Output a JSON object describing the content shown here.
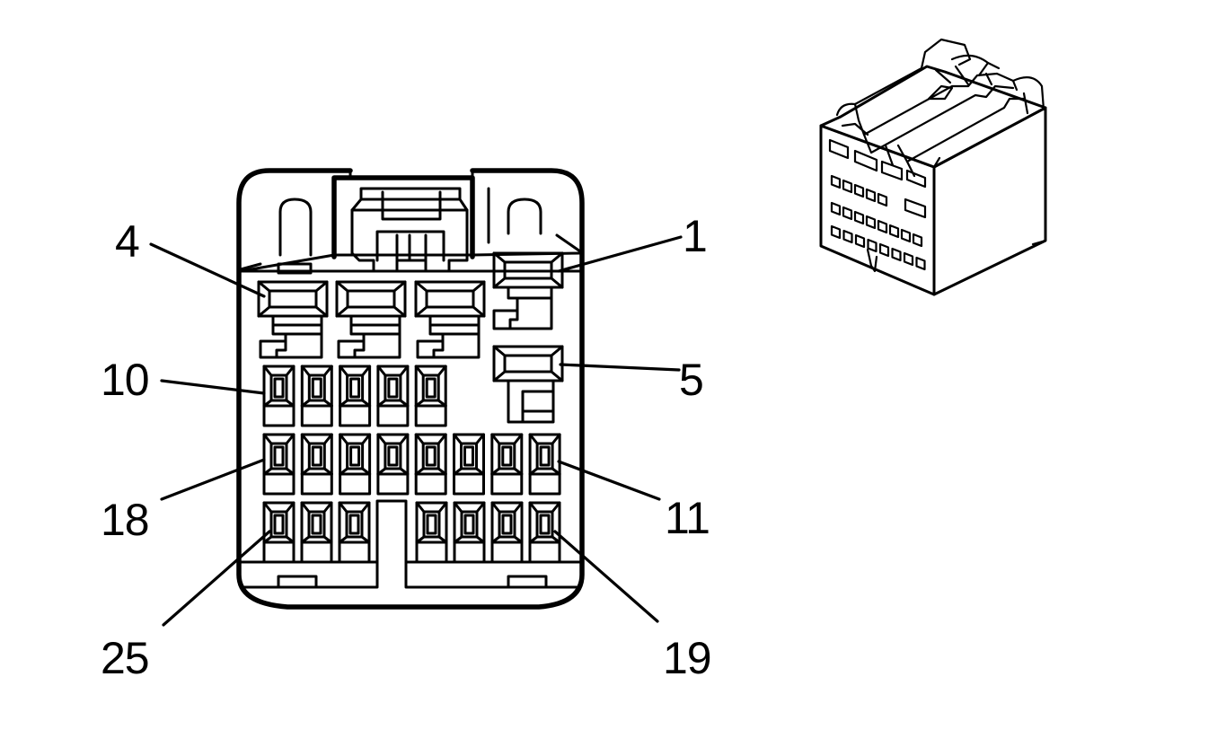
{
  "diagram": {
    "pin_labels": {
      "pin_4": "4",
      "pin_1": "1",
      "pin_10": "10",
      "pin_5": "5",
      "pin_18": "18",
      "pin_11": "11",
      "pin_25": "25",
      "pin_19": "19"
    },
    "connector": {
      "large_cavity_count": 5,
      "row_cavity_counts": [
        5,
        8,
        7
      ],
      "total_terminals": 25
    }
  }
}
